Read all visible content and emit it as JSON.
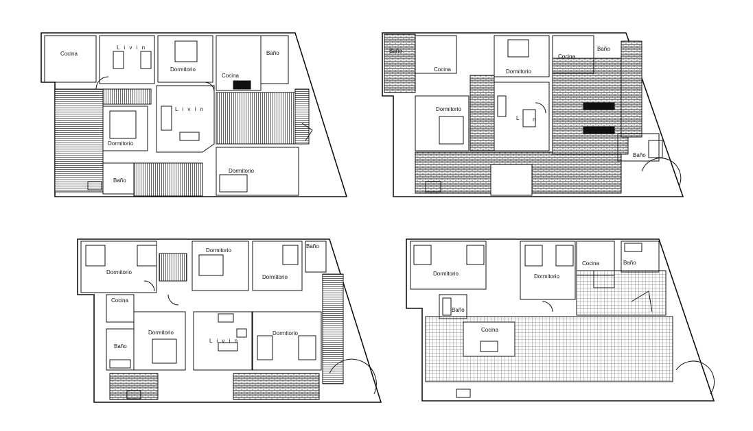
{
  "labels": {
    "cocina": "Cocina",
    "livin": "L i v i n",
    "livin_short": "L",
    "livin_n": "n",
    "dormitorio": "Dormitorio",
    "bano": "Baño"
  },
  "colors": {
    "line": "#111111",
    "hatch": "#222222",
    "background": "#ffffff"
  },
  "plans": [
    {
      "id": "plan-top-left"
    },
    {
      "id": "plan-top-right"
    },
    {
      "id": "plan-bottom-left"
    },
    {
      "id": "plan-bottom-right"
    }
  ]
}
